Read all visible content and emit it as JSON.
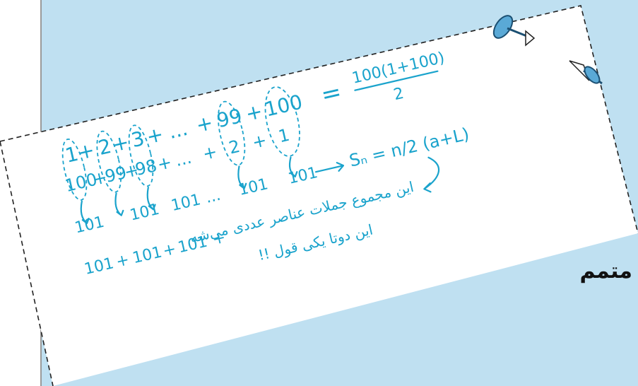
{
  "side_label": "متمم",
  "note": {
    "top_equation": {
      "terms": [
        "1",
        "2",
        "3",
        "...",
        "99",
        "100"
      ],
      "rhs_numerator": "100(1+100)",
      "rhs_denominator": "2"
    },
    "second_row": {
      "terms": [
        "100",
        "99",
        "98",
        "...",
        "2",
        "1"
      ]
    },
    "formula": "Sₙ = n/2 (a+L)",
    "third_row": {
      "values": [
        "101",
        "101",
        "101",
        "...",
        "101",
        "101"
      ]
    },
    "bottom_row": {
      "values": [
        "101",
        "101",
        "101"
      ]
    },
    "persian_line_1": "این مجموع جملات عناصر عددی می‌شه",
    "persian_line_2": "این دوتا یکی قول !!"
  },
  "colors": {
    "board": "#bfe0f1",
    "ink": "#1aa3cc",
    "paper": "#ffffff"
  },
  "icons": [
    "pushpin-icon",
    "pushpin-icon"
  ]
}
